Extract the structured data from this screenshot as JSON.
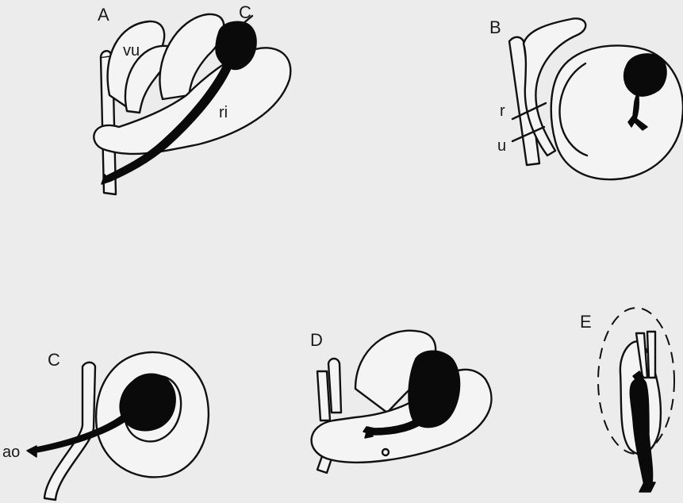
{
  "panels": {
    "A": {
      "label": "A",
      "annotations": [
        "vu",
        "C",
        "ri"
      ]
    },
    "B": {
      "label": "B",
      "annotations": [
        "r",
        "u"
      ]
    },
    "C": {
      "label": "C",
      "annotations": [
        "ao"
      ]
    },
    "D": {
      "label": "D",
      "annotations": []
    },
    "E": {
      "label": "E",
      "annotations": []
    }
  }
}
